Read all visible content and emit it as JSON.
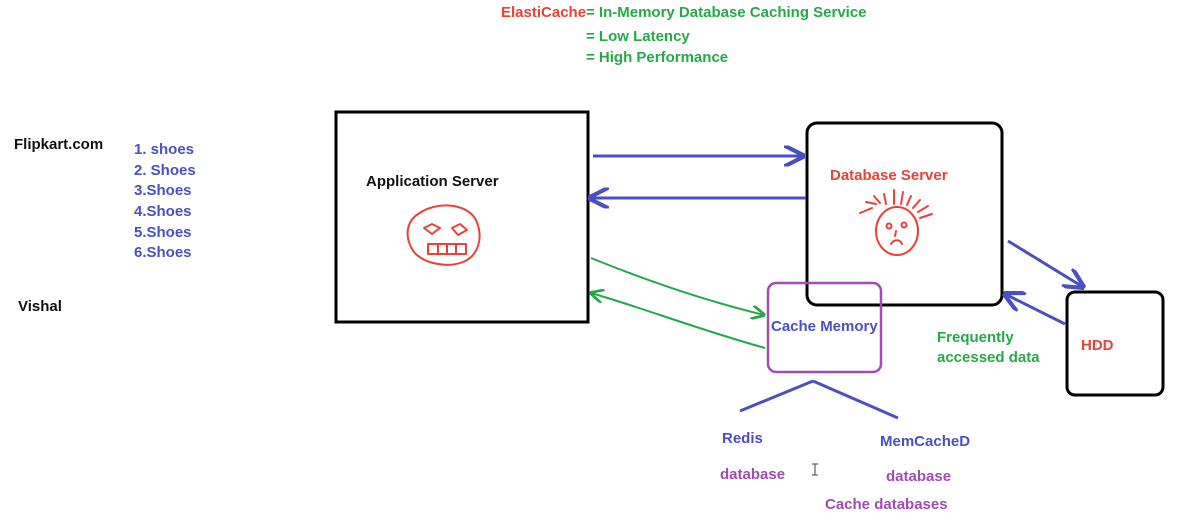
{
  "header": {
    "elasticache": "ElastiCache",
    "definition": "= In-Memory Database Caching Service",
    "low_latency": "= Low Latency",
    "high_performance": "= High Performance"
  },
  "left": {
    "site": "Flipkart.com",
    "user": "Vishal",
    "searches": [
      "1. shoes",
      "2. Shoes",
      "3.Shoes",
      "4.Shoes",
      "5.Shoes",
      "6.Shoes"
    ]
  },
  "boxes": {
    "app_server": "Application Server",
    "db_server": "Database Server",
    "cache_memory": "Cache Memory",
    "hdd": "HDD"
  },
  "notes": {
    "frequently_line1": "Frequently",
    "frequently_line2": "accessed data"
  },
  "cache_types": {
    "redis": "Redis",
    "redis_sub": "database",
    "memcached": "MemCacheD",
    "memcached_sub": "database",
    "caption": "Cache databases"
  },
  "colors": {
    "red": "#e8413c",
    "green": "#26a84a",
    "blue": "#4a4fc4",
    "purple": "#a04cb0"
  }
}
